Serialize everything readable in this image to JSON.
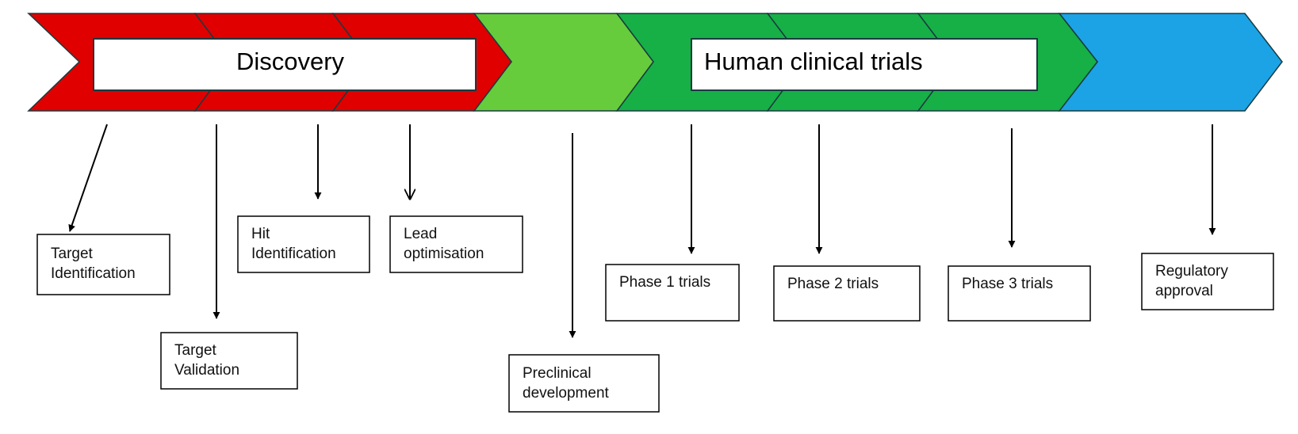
{
  "stages": {
    "discovery": {
      "label": "Discovery",
      "color": "#e00000"
    },
    "preclinical": {
      "color": "#66cc3c"
    },
    "clinical": {
      "label": "Human clinical trials",
      "color": "#16b046"
    },
    "regulatory": {
      "color": "#1ba3e6"
    }
  },
  "outline_color": "#1a3b40",
  "steps": [
    {
      "lines": [
        "Target",
        "Identification"
      ]
    },
    {
      "lines": [
        "Target",
        "Validation"
      ]
    },
    {
      "lines": [
        "Hit",
        "Identification"
      ]
    },
    {
      "lines": [
        "Lead",
        "optimisation"
      ]
    },
    {
      "lines": [
        "Preclinical",
        "development"
      ]
    },
    {
      "lines": [
        "Phase 1 trials"
      ]
    },
    {
      "lines": [
        "Phase 2 trials"
      ]
    },
    {
      "lines": [
        "Phase 3 trials"
      ]
    },
    {
      "lines": [
        "Regulatory",
        "approval"
      ]
    }
  ]
}
